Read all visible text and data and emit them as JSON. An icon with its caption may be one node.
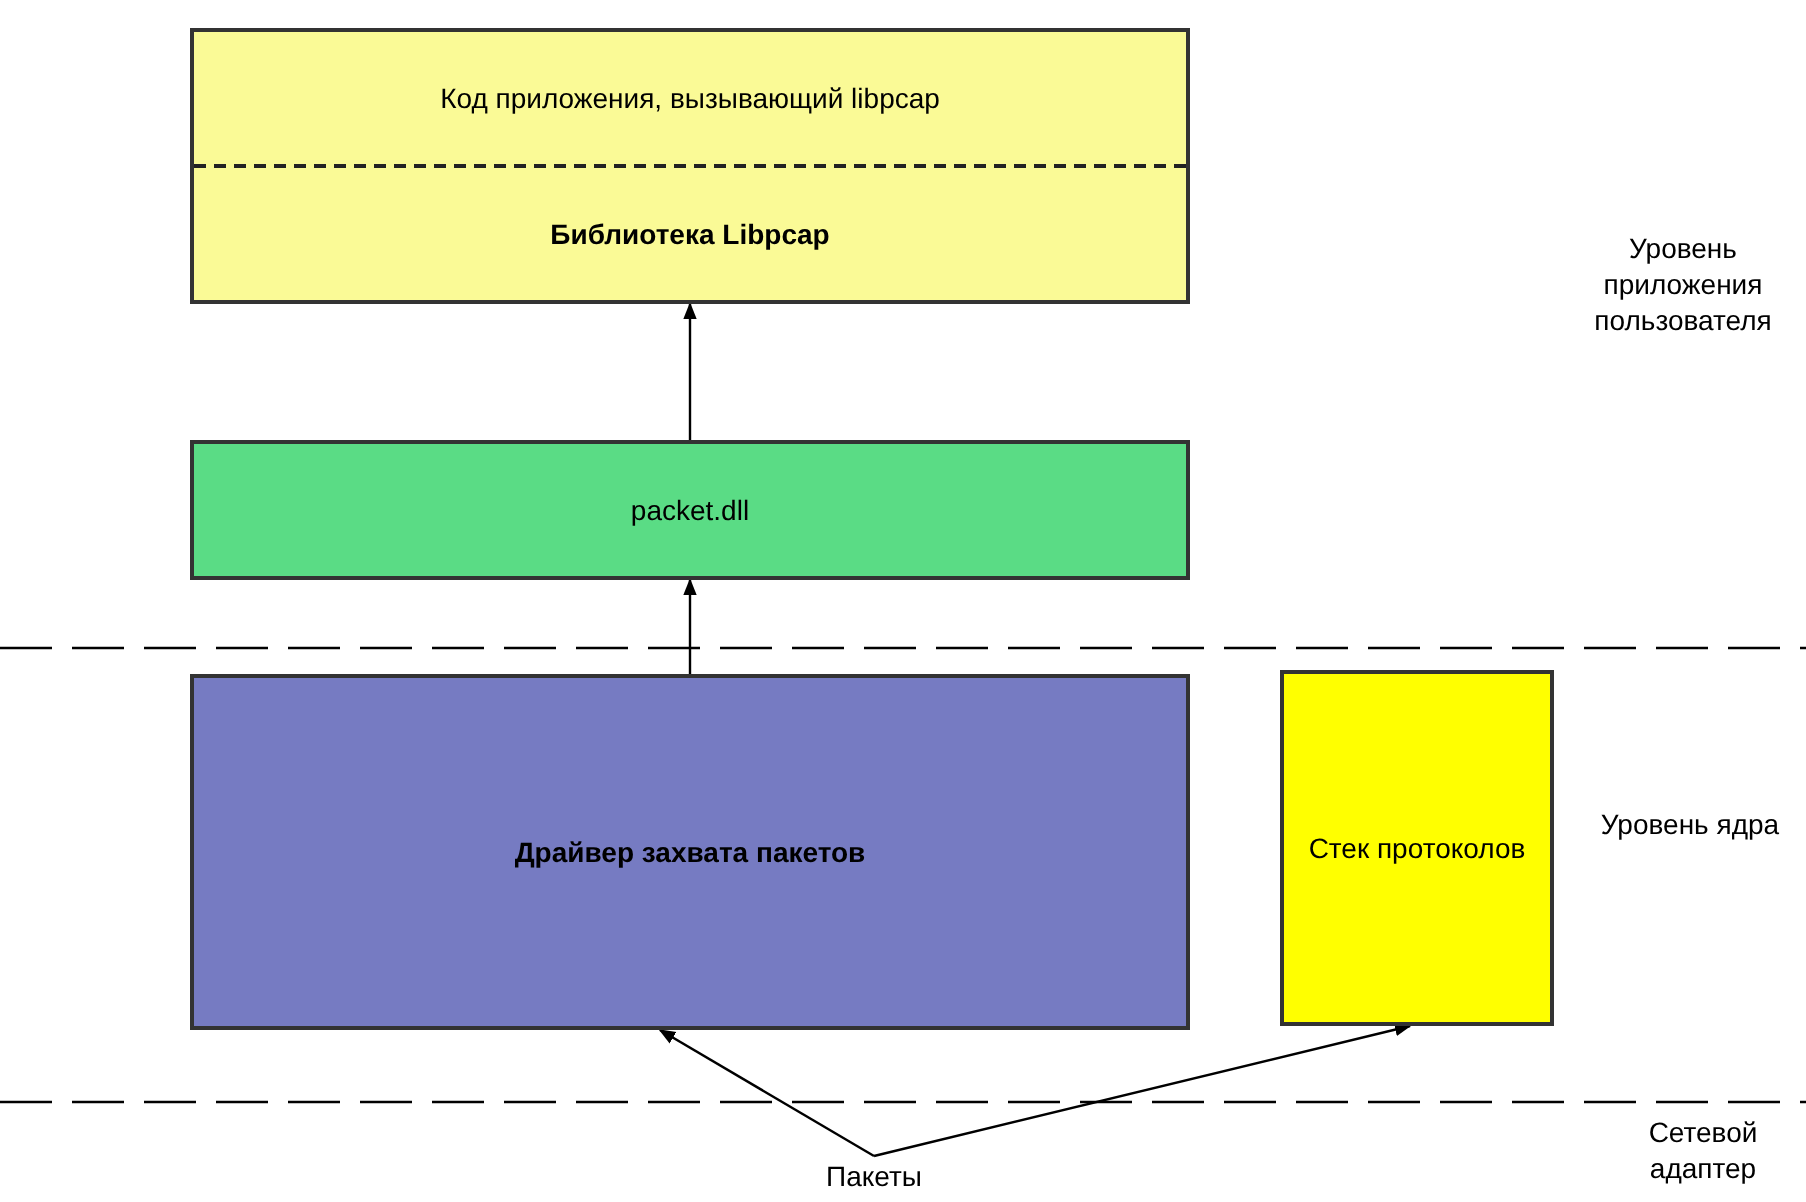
{
  "diagram": {
    "nodes": [
      {
        "text": [
          "Код приложения, вызывающий libpcap",
          "Библиотека Libpcap"
        ]
      },
      {
        "text": [
          "packet.dll"
        ]
      },
      {
        "text": [
          "Драйвер захвата пакетов"
        ]
      },
      {
        "text": [
          "Стек протоколов"
        ]
      },
      {
        "text": [
          "Пакеты"
        ]
      }
    ],
    "edges": [
      {
        "from": 1,
        "to": 0,
        "arrow": "to"
      },
      {
        "from": 2,
        "to": 1,
        "arrow": "to"
      },
      {
        "from": 4,
        "to": 2,
        "arrow": "to"
      },
      {
        "from": 4,
        "to": 3,
        "arrow": "to"
      }
    ],
    "labels": [
      "Уровень приложения пользователя",
      "Уровень ядра",
      "Сетевой адаптер"
    ]
  }
}
